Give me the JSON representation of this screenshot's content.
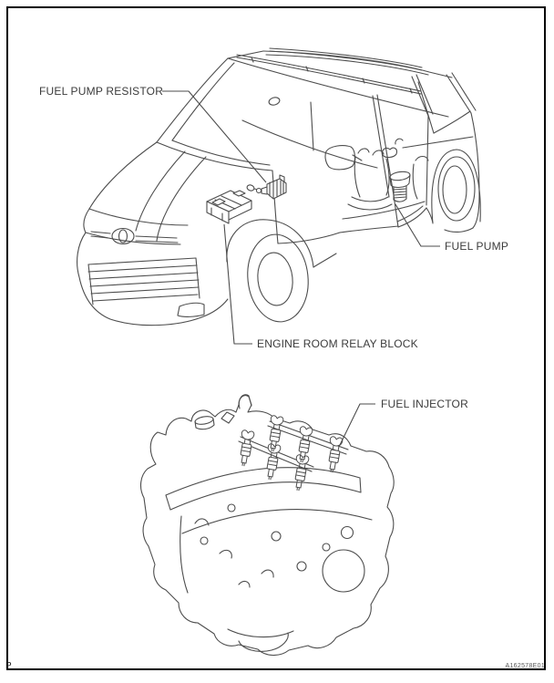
{
  "figure": {
    "kind": "component-location-diagram",
    "illustrations": {
      "top": "minivan-line-drawing",
      "bottom": "v6-engine-line-drawing"
    },
    "callouts": {
      "fuel_pump_resistor": "FUEL PUMP RESISTOR",
      "fuel_pump": "FUEL PUMP",
      "engine_room_relay_block": "ENGINE ROOM RELAY BLOCK",
      "fuel_injector": "FUEL INJECTOR"
    },
    "footer": {
      "page_marker": "P",
      "figure_code": "A162578E01"
    },
    "colors": {
      "line": "#4d4d4d",
      "label_text": "#3b3b3b",
      "frame_border": "#000000",
      "background": "#ffffff"
    }
  }
}
